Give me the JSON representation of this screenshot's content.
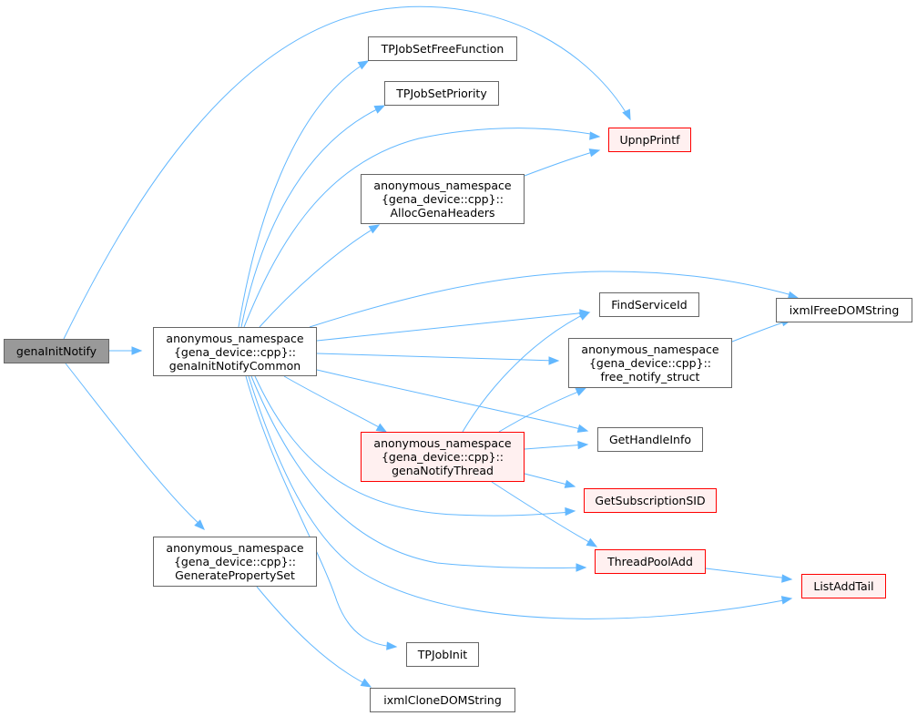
{
  "colors": {
    "edge": "#63b8ff",
    "root_fill": "#999999",
    "highlight_border": "#ff0000",
    "highlight_fill": "#fff0f0",
    "node_border": "#666666"
  },
  "nodes": {
    "genaInitNotify": {
      "lines": [
        "genaInitNotify"
      ]
    },
    "genaInitNotifyCommon": {
      "lines": [
        "anonymous_namespace",
        "{gena_device::cpp}::",
        "genaInitNotifyCommon"
      ]
    },
    "GeneratePropertySet": {
      "lines": [
        "anonymous_namespace",
        "{gena_device::cpp}::",
        "GeneratePropertySet"
      ]
    },
    "TPJobSetFreeFunction": {
      "lines": [
        "TPJobSetFreeFunction"
      ]
    },
    "TPJobSetPriority": {
      "lines": [
        "TPJobSetPriority"
      ]
    },
    "UpnpPrintf": {
      "lines": [
        "UpnpPrintf"
      ]
    },
    "AllocGenaHeaders": {
      "lines": [
        "anonymous_namespace",
        "{gena_device::cpp}::",
        "AllocGenaHeaders"
      ]
    },
    "FindServiceId": {
      "lines": [
        "FindServiceId"
      ]
    },
    "ixmlFreeDOMString": {
      "lines": [
        "ixmlFreeDOMString"
      ]
    },
    "free_notify_struct": {
      "lines": [
        "anonymous_namespace",
        "{gena_device::cpp}::",
        "free_notify_struct"
      ]
    },
    "genaNotifyThread": {
      "lines": [
        "anonymous_namespace",
        "{gena_device::cpp}::",
        "genaNotifyThread"
      ]
    },
    "GetHandleInfo": {
      "lines": [
        "GetHandleInfo"
      ]
    },
    "GetSubscriptionSID": {
      "lines": [
        "GetSubscriptionSID"
      ]
    },
    "ThreadPoolAdd": {
      "lines": [
        "ThreadPoolAdd"
      ]
    },
    "ListAddTail": {
      "lines": [
        "ListAddTail"
      ]
    },
    "TPJobInit": {
      "lines": [
        "TPJobInit"
      ]
    },
    "ixmlCloneDOMString": {
      "lines": [
        "ixmlCloneDOMString"
      ]
    }
  }
}
